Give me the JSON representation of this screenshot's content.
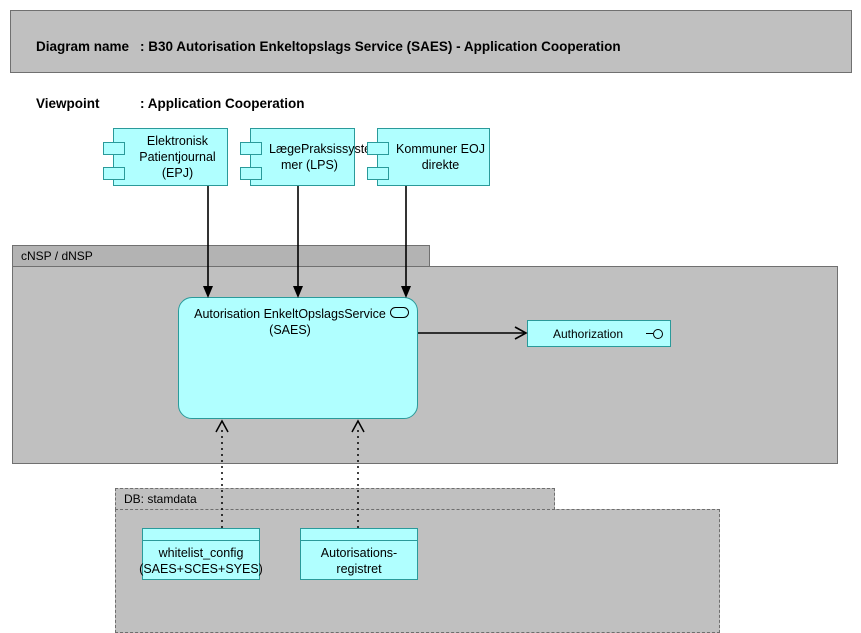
{
  "header": {
    "diagram_name_label": "Diagram name",
    "diagram_name_separator": ": ",
    "diagram_name_value": "B30 Autorisation Enkeltopslags Service (SAES) - Application Cooperation",
    "viewpoint_label": "Viewpoint",
    "viewpoint_separator": ": ",
    "viewpoint_value": "Application Cooperation",
    "line1": "Diagram name : B30 Autorisation Enkeltopslags Service (SAES) - Application Cooperation",
    "line2": "Viewpoint        : Application Cooperation"
  },
  "colors": {
    "element_fill": "#b0ffff",
    "element_border": "#2a9a9a",
    "group_fill": "#c0c0c0",
    "group_header_fill": "#b3b3b3",
    "group_border": "#707070",
    "title_fill": "#c0c0c0",
    "line": "#000000",
    "canvas": "#ffffff"
  },
  "components": [
    {
      "id": "epj",
      "name": "Elektronisk Patientjournal (EPJ)",
      "lines": [
        "Elektronisk",
        "Patientjournal",
        "(EPJ)"
      ],
      "type": "application-component"
    },
    {
      "id": "lps",
      "name": "LægePraksissystemer (LPS)",
      "lines": [
        "LægePraksissyste",
        "mer (LPS)"
      ],
      "type": "application-component"
    },
    {
      "id": "kommuner",
      "name": "Kommuner EOJ direkte",
      "lines": [
        "Kommuner EOJ",
        "direkte"
      ],
      "type": "application-component"
    }
  ],
  "groups": [
    {
      "id": "cnsp",
      "label": "cNSP / dNSP",
      "border_style": "solid"
    },
    {
      "id": "db-stamdata",
      "label": "DB: stamdata",
      "border_style": "dashed"
    }
  ],
  "service": {
    "id": "saes",
    "name": "Autorisation EnkeltOpslagsService (SAES)",
    "lines": [
      "Autorisation EnkeltOpslagsService",
      "(SAES)"
    ],
    "type": "application-service",
    "icon": "rounded-rectangle-service-icon"
  },
  "interface": {
    "id": "authorization",
    "name": "Authorization",
    "type": "application-interface",
    "icon": "lollipop-interface-icon"
  },
  "data_objects": [
    {
      "id": "whitelist-config",
      "name": "whitelist_config (SAES+SCES+SYES)",
      "lines": [
        "whitelist_config",
        "(SAES+SCES+SYES)"
      ],
      "type": "data-object"
    },
    {
      "id": "autorisationsregistret",
      "name": "Autorisations-registret",
      "lines": [
        "Autorisations-",
        "registret"
      ],
      "type": "data-object"
    }
  ],
  "relationships": [
    {
      "from": "epj",
      "to": "saes",
      "style": "solid",
      "arrowhead": "filled-triangle"
    },
    {
      "from": "lps",
      "to": "saes",
      "style": "solid",
      "arrowhead": "filled-triangle"
    },
    {
      "from": "kommuner",
      "to": "saes",
      "style": "solid",
      "arrowhead": "filled-triangle"
    },
    {
      "from": "saes",
      "to": "authorization",
      "style": "solid",
      "arrowhead": "open-arrow"
    },
    {
      "from": "whitelist-config",
      "to": "saes",
      "style": "dotted",
      "arrowhead": "open-chevron"
    },
    {
      "from": "autorisationsregistret",
      "to": "saes",
      "style": "dotted",
      "arrowhead": "open-chevron"
    }
  ]
}
